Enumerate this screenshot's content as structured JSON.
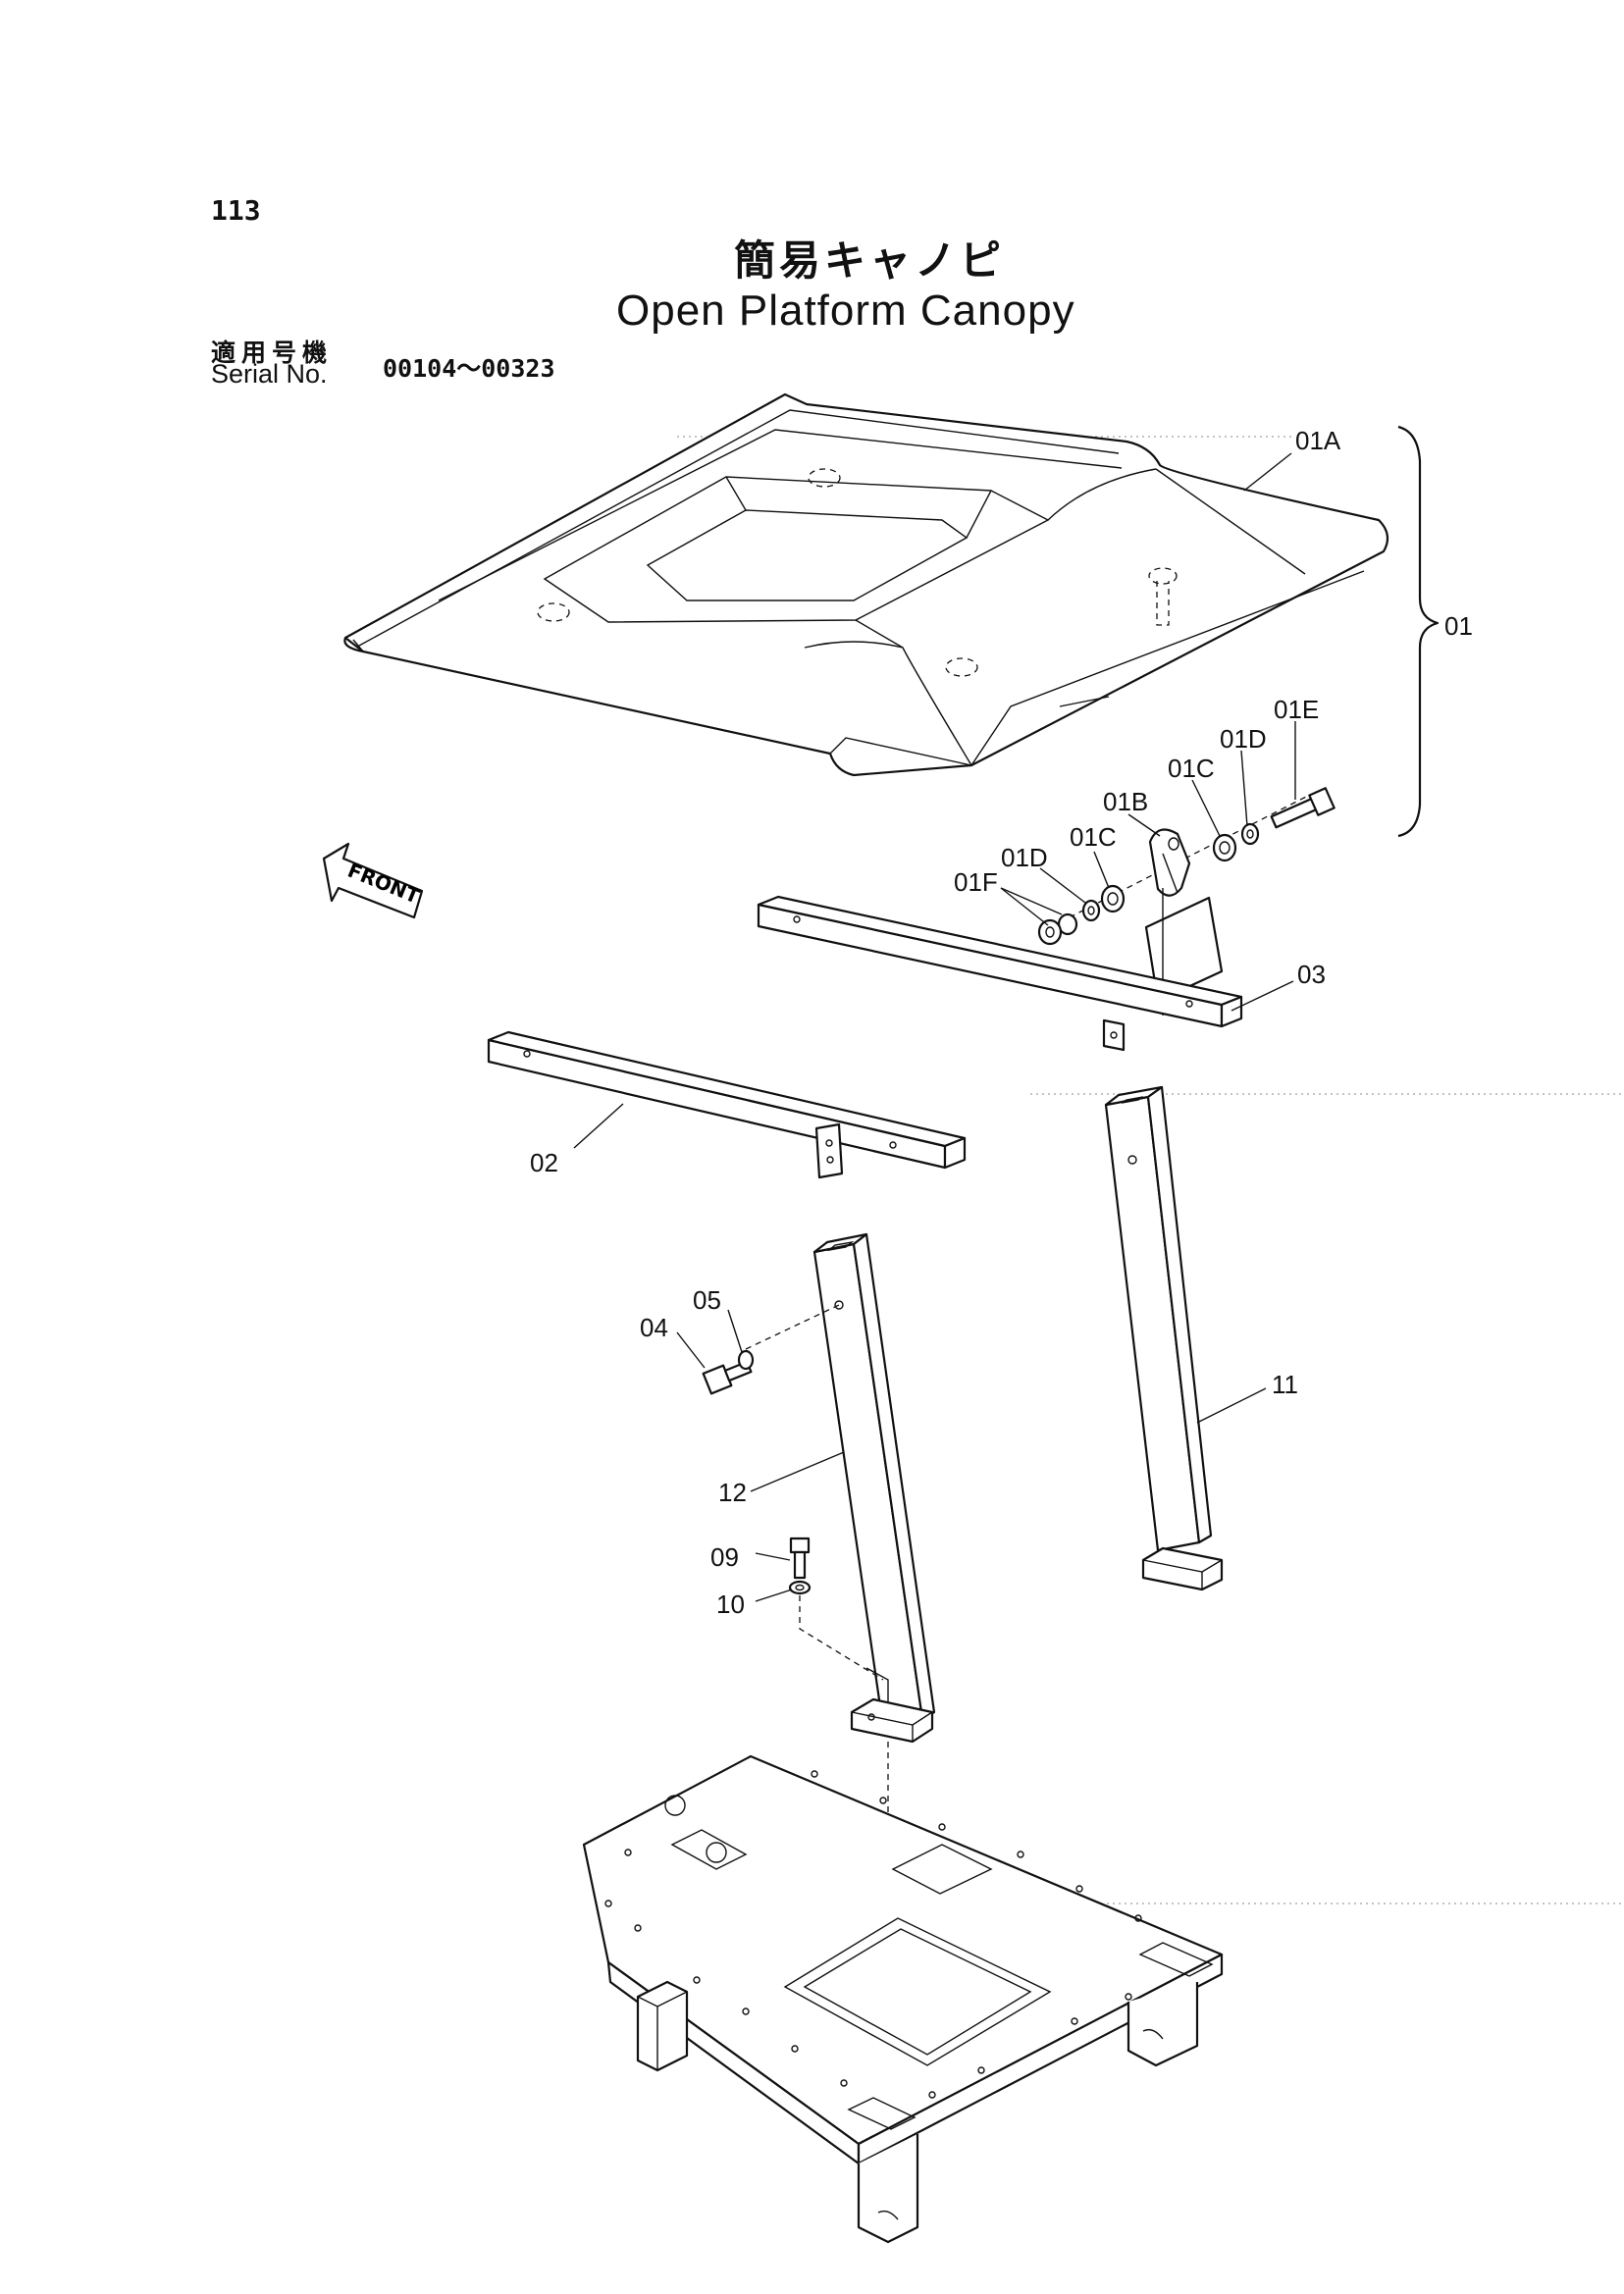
{
  "page_number": "113",
  "title_jp": "簡易キャノピ",
  "title_en": "Open Platform Canopy",
  "serial": {
    "label_jp": "適用号機",
    "label_en": "Serial No.",
    "range": "00104～00323"
  },
  "front_label": "FRONT",
  "callouts": {
    "c01A": "01A",
    "c01": "01",
    "c01E": "01E",
    "c01D_right": "01D",
    "c01C_right": "01C",
    "c01B": "01B",
    "c01C_left": "01C",
    "c01D_left": "01D",
    "c01F": "01F",
    "c03": "03",
    "c02": "02",
    "c05": "05",
    "c04": "04",
    "c11": "11",
    "c12": "12",
    "c09": "09",
    "c10": "10"
  }
}
